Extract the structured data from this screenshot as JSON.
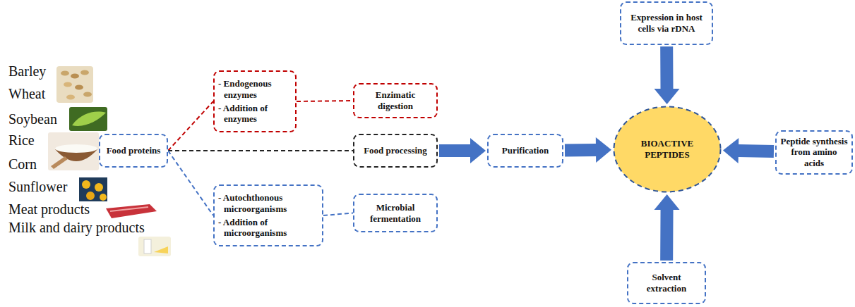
{
  "diagram": {
    "nodes": [
      {
        "text": [
          "Food proteins"
        ]
      },
      {
        "text": [
          "- Endogenous enzymes",
          "- Addition of enzymes"
        ]
      },
      {
        "text": [
          "Enzimatic digestion"
        ]
      },
      {
        "text": [
          "Food processing"
        ]
      },
      {
        "text": [
          "- Autochthonous microorganisms",
          "- Addition of microorganisms"
        ]
      },
      {
        "text": [
          "Microbial fermentation"
        ]
      },
      {
        "text": [
          "Purification"
        ]
      },
      {
        "text": [
          "BIOACTIVE PEPTIDES"
        ]
      },
      {
        "text": [
          "Expression in host cells via rDNA"
        ]
      },
      {
        "text": [
          "Peptide synthesis from amino acids"
        ]
      },
      {
        "text": [
          "Solvent extraction"
        ]
      }
    ],
    "edges": [
      {
        "from": 0,
        "to": 1,
        "arrow": "none"
      },
      {
        "from": 1,
        "to": 2,
        "arrow": "none"
      },
      {
        "from": 0,
        "to": 3,
        "arrow": "none"
      },
      {
        "from": 0,
        "to": 4,
        "arrow": "none"
      },
      {
        "from": 4,
        "to": 5,
        "arrow": "none"
      },
      {
        "from": 3,
        "to": 6,
        "arrow": "to"
      },
      {
        "from": 6,
        "to": 7,
        "arrow": "to"
      },
      {
        "from": 8,
        "to": 7,
        "arrow": "to"
      },
      {
        "from": 9,
        "to": 7,
        "arrow": "to"
      },
      {
        "from": 10,
        "to": 7,
        "arrow": "to"
      }
    ],
    "labels": [
      "Barley",
      "Wheat",
      "Soybean",
      "Rice",
      "Corn",
      "Sunflower",
      "Meat products",
      "Milk and dairy products"
    ]
  }
}
